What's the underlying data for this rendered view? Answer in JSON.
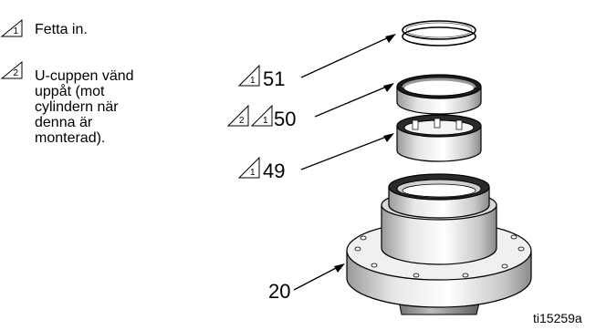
{
  "legend": {
    "items": [
      {
        "symbol": "1",
        "text": "Fetta in."
      },
      {
        "symbol": "2",
        "text": "U-cuppen vänd\nuppåt (mot\ncylindern när\ndenna är\nmonterad)."
      }
    ]
  },
  "callouts": {
    "part51": {
      "number": "51",
      "symbols": [
        "1"
      ]
    },
    "part50": {
      "number": "50",
      "symbols": [
        "2",
        "1"
      ]
    },
    "part49": {
      "number": "49",
      "symbols": [
        "1"
      ]
    },
    "part20": {
      "number": "20"
    }
  },
  "figure_id": "ti15259a"
}
